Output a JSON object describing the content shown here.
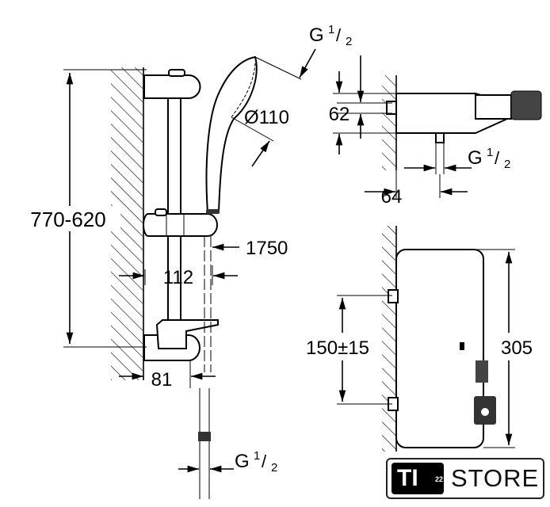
{
  "dimensions": {
    "rail_height": "770-620",
    "hand_shower_diameter": "Ø110",
    "hose_length": "1750",
    "slider_offset": "112",
    "rail_depth": "81",
    "hose_thread": {
      "base": "G",
      "num": "1",
      "den": "2"
    },
    "thermostat_inlet_thread": {
      "base": "G",
      "num": "1",
      "den": "2"
    },
    "thermostat_outlet_thread": {
      "base": "G",
      "num": "1",
      "den": "2"
    },
    "thermostat_height": "62",
    "thermostat_depth": "64",
    "inlet_spacing": "150±15",
    "thermostat_width": "305"
  },
  "logo": {
    "brand": "TI",
    "superscript": "22",
    "store": "STORE"
  }
}
